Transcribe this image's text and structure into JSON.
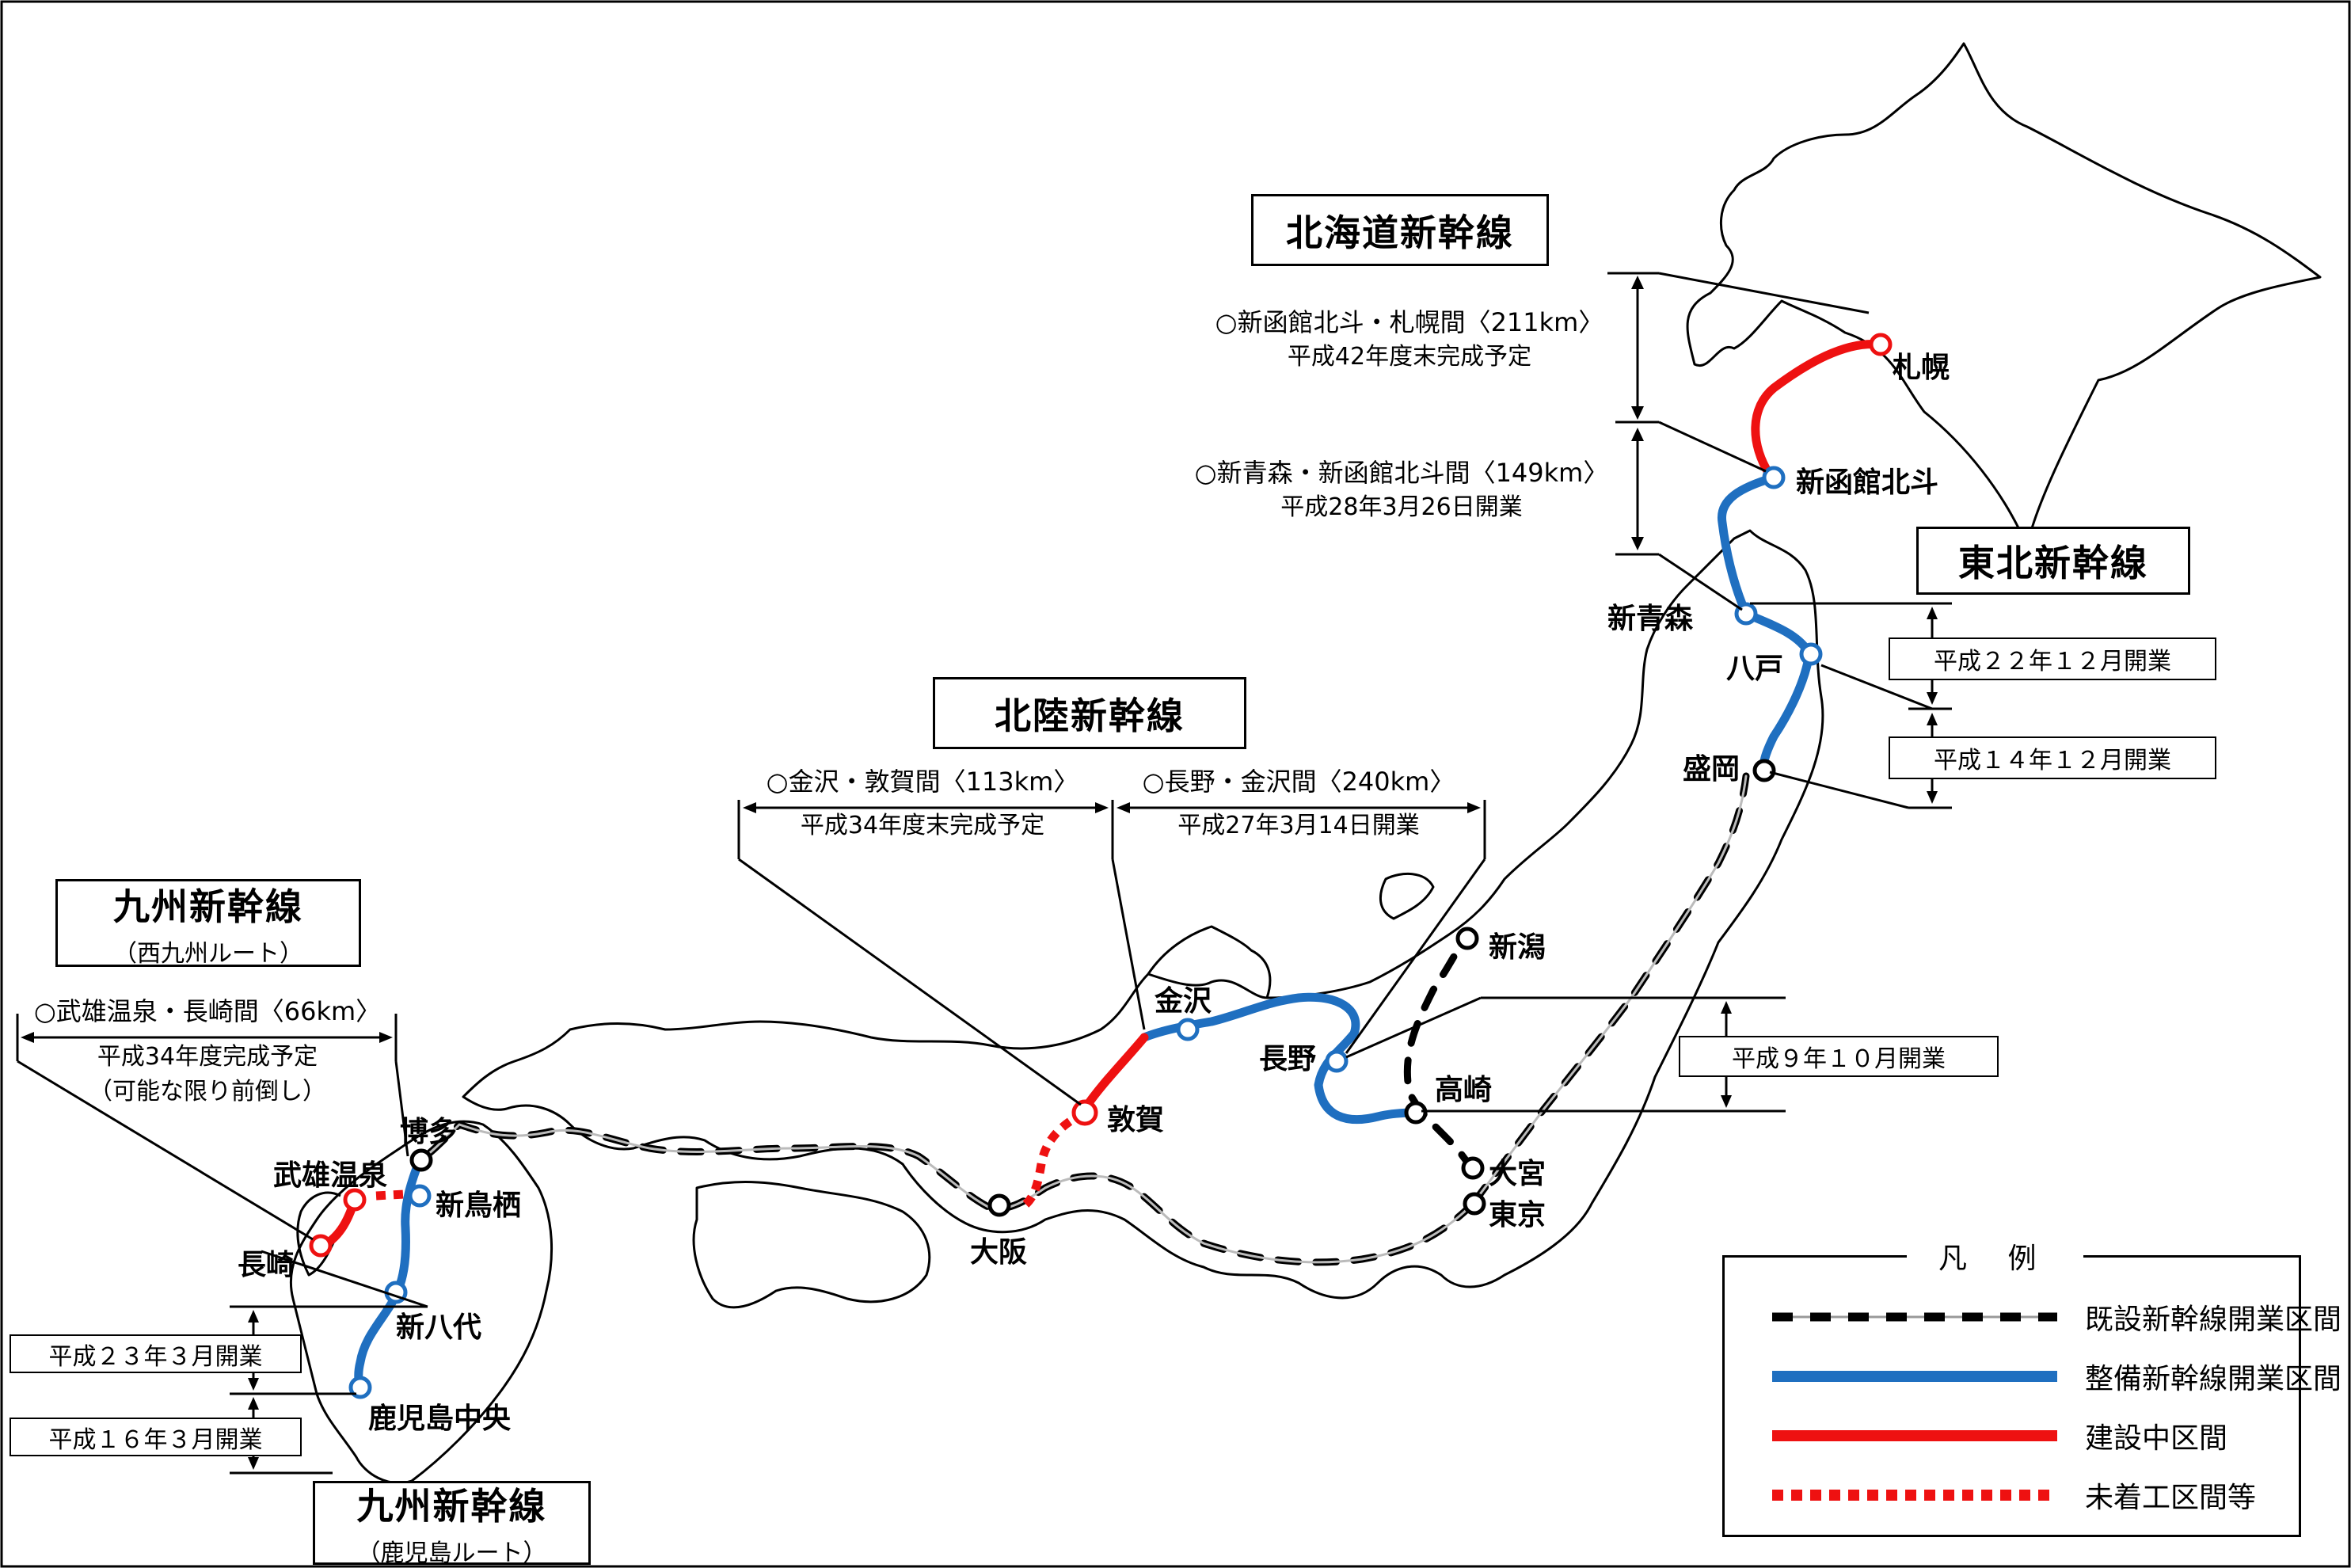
{
  "lines": {
    "hokkaido": {
      "title": "北海道新幹線"
    },
    "tohoku": {
      "title": "東北新幹線"
    },
    "hokuriku": {
      "title": "北陸新幹線"
    },
    "kyushu_west": {
      "title": "九州新幹線",
      "subtitle": "（西九州ルート）"
    },
    "kyushu_kagoshima": {
      "title": "九州新幹線",
      "subtitle": "（鹿児島ルート）"
    }
  },
  "notes": {
    "sapporo": {
      "section": "○新函館北斗・札幌間〈211km〉",
      "status": "平成42年度末完成予定"
    },
    "hakodate": {
      "section": "○新青森・新函館北斗間〈149km〉",
      "status": "平成28年3月26日開業"
    },
    "tsuruga": {
      "section": "○金沢・敦賀間〈113km〉",
      "status": "平成34年度末完成予定"
    },
    "kanazawa": {
      "section": "○長野・金沢間〈240km〉",
      "status": "平成27年3月14日開業"
    },
    "nagasaki": {
      "section": "○武雄温泉・長崎間〈66km〉",
      "status": "平成34年度完成予定",
      "status2": "（可能な限り前倒し）"
    }
  },
  "date_boxes": {
    "tohoku_2010": "平成２２年１２月開業",
    "tohoku_2002": "平成１４年１２月開業",
    "nagano_1997": "平成９年１０月開業",
    "kyushu_2011": "平成２３年３月開業",
    "kyushu_2004": "平成１６年３月開業"
  },
  "stations": {
    "sapporo": "札幌",
    "shin_hakodate": "新函館北斗",
    "shin_aomori": "新青森",
    "hachinohe": "八戸",
    "morioka": "盛岡",
    "niigata": "新潟",
    "takasaki": "高崎",
    "omiya": "大宮",
    "tokyo": "東京",
    "nagano": "長野",
    "kanazawa": "金沢",
    "tsuruga": "敦賀",
    "osaka": "大阪",
    "hakata": "博多",
    "shin_tosu": "新鳥栖",
    "takeo_onsen": "武雄温泉",
    "nagasaki": "長崎",
    "shin_yatsushiro": "新八代",
    "kagoshima_chuo": "鹿児島中央"
  },
  "legend": {
    "title": "凡 例",
    "items": [
      {
        "label": "既設新幹線開業区間",
        "style": "black-dashed"
      },
      {
        "label": "整備新幹線開業区間",
        "style": "blue"
      },
      {
        "label": "建設中区間",
        "style": "red"
      },
      {
        "label": "未着工区間等",
        "style": "red-dotted"
      }
    ]
  },
  "colors": {
    "existing": "#000000",
    "opened": "#1f6fc0",
    "construction": "#ee1111",
    "unstarted": "#ee1111"
  }
}
